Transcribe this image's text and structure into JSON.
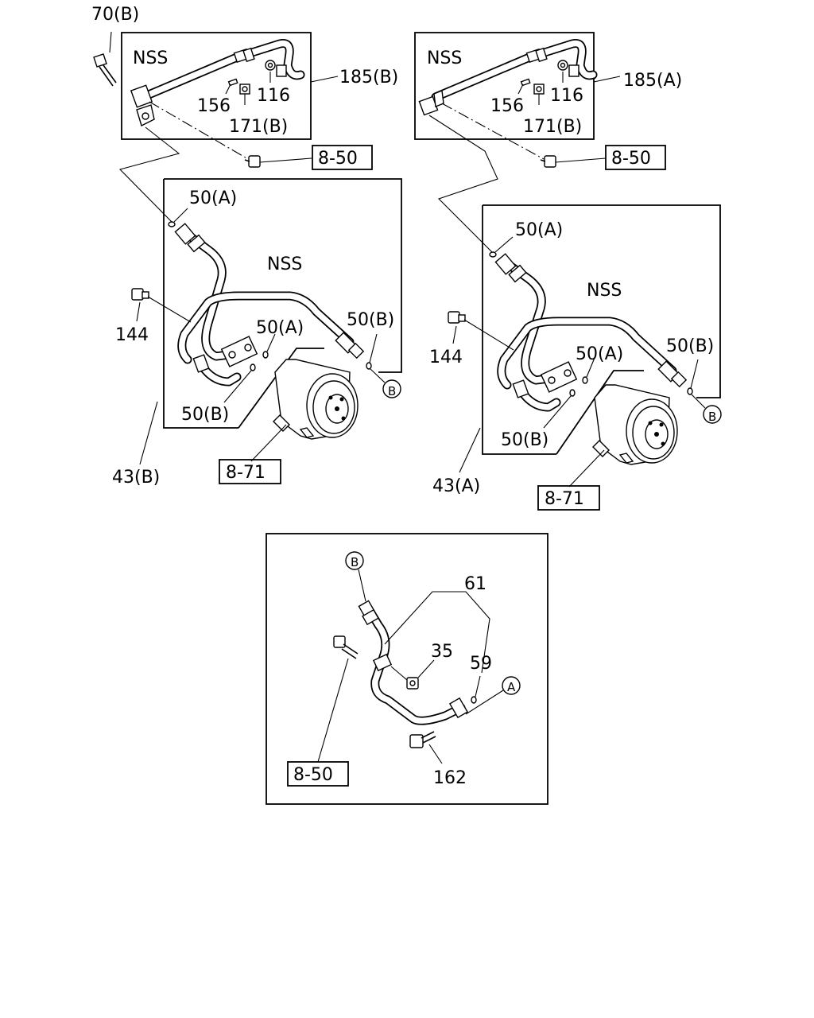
{
  "left": {
    "top_box": {
      "nss": "NSS",
      "ref": "185(B)",
      "p156": "156",
      "p116": "116",
      "p171": "171(B)"
    },
    "bolt_label": "70(B)",
    "ref_box": "8-50",
    "main_box": {
      "nss": "NSS",
      "o50a_top": "50(A)",
      "o50a_mid": "50(A)",
      "o50b_right": "50(B)",
      "o50b_low": "50(B)"
    },
    "p144": "144",
    "hose_label": "43(B)",
    "comp_ref": "8-71",
    "circle_b": "B"
  },
  "right": {
    "top_box": {
      "nss": "NSS",
      "ref": "185(A)",
      "p156": "156",
      "p116": "116",
      "p171": "171(B)"
    },
    "ref_box": "8-50",
    "main_box": {
      "nss": "NSS",
      "o50a_top": "50(A)",
      "o50a_mid": "50(A)",
      "o50b_right": "50(B)",
      "o50b_low": "50(B)"
    },
    "p144": "144",
    "hose_label": "43(A)",
    "comp_ref": "8-71",
    "circle_b": "B"
  },
  "bottom": {
    "circle_b": "B",
    "circle_a": "A",
    "p61": "61",
    "p35": "35",
    "p59": "59",
    "p162": "162",
    "ref_box": "8-50"
  }
}
